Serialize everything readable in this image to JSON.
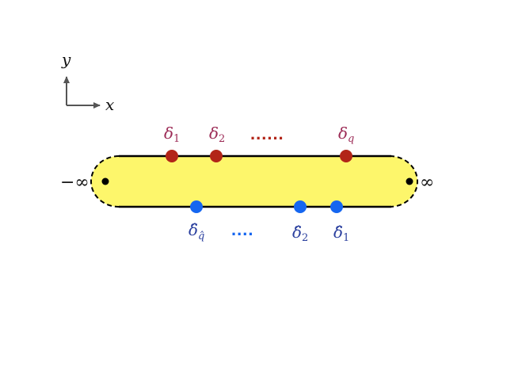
{
  "axes": {
    "x_label": "x",
    "y_label": "y"
  },
  "strip": {
    "left_end_label": "−∞",
    "right_end_label": "∞",
    "fill_color": "#fdf66b"
  },
  "top_points": {
    "color": "#b22518",
    "label_color": "#9c2b56",
    "labels": [
      "δ",
      "δ",
      "δ"
    ],
    "subscripts": [
      "1",
      "2",
      "q"
    ],
    "ellipsis": "......"
  },
  "bottom_points": {
    "color": "#1566f0",
    "label_color": "#2a3f9e",
    "labels": [
      "δ̂",
      "δ̂",
      "δ̂"
    ],
    "subscripts": [
      "q̂",
      "2",
      "1"
    ],
    "ellipsis": "...."
  }
}
